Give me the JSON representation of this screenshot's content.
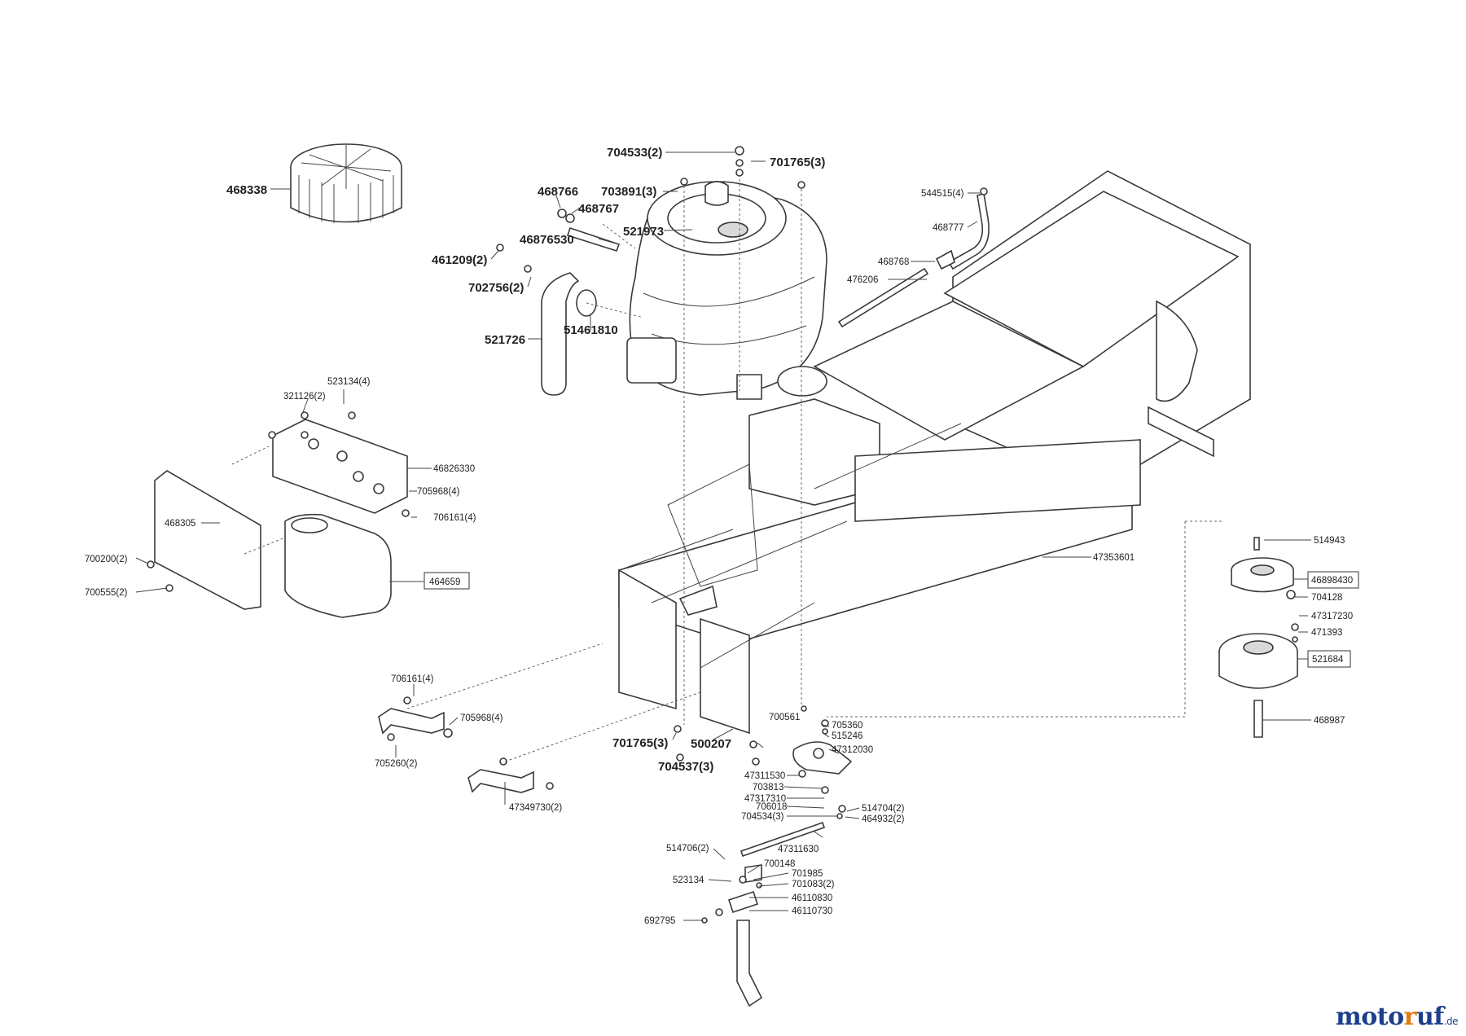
{
  "brand": {
    "part1": "moto",
    "part2": "r",
    "part3": "uf",
    "suffix": ".de"
  },
  "labels": {
    "l468338": "468338",
    "l704533_2": "704533(2)",
    "l701765_3_top": "701765(3)",
    "l703891_3": "703891(3)",
    "l468766": "468766",
    "l468767": "468767",
    "l521973": "521973",
    "l46876530": "46876530",
    "l461209_2": "461209(2)",
    "l702756_2": "702756(2)",
    "l51461810": "51461810",
    "l521726": "521726",
    "l544515_4": "544515(4)",
    "l468777": "468777",
    "l468768": "468768",
    "l476206": "476206",
    "l523134_4": "523134(4)",
    "l321126_2": "321126(2)",
    "l46826330": "46826330",
    "l705968_4_top": "705968(4)",
    "l706161_4_top": "706161(4)",
    "l468305": "468305",
    "l700200_2": "700200(2)",
    "l700555_2": "700555(2)",
    "l464659": "464659",
    "l47353601": "47353601",
    "l514943": "514943",
    "l46898430": "46898430",
    "l704128": "704128",
    "l47317230": "47317230",
    "l471393": "471393",
    "l521684": "521684",
    "l468987": "468987",
    "l706161_4_bot": "706161(4)",
    "l705968_4_bot": "705968(4)",
    "l705260_2": "705260(2)",
    "l47349730_2": "47349730(2)",
    "l701765_3_bot": "701765(3)",
    "l500207": "500207",
    "l704537_3": "704537(3)",
    "l700561": "700561",
    "l705360": "705360",
    "l515246": "515246",
    "l47312030": "47312030",
    "l47311530": "47311530",
    "l703813": "703813",
    "l47317310": "47317310",
    "l706018": "706018",
    "l704534_3": "704534(3)",
    "l514704_2": "514704(2)",
    "l464932_2": "464932(2)",
    "l47311630": "47311630",
    "l514706_2": "514706(2)",
    "l700148": "700148",
    "l523134": "523134",
    "l701985": "701985",
    "l701083_2": "701083(2)",
    "l46110830": "46110830",
    "l46110730": "46110730",
    "l692795": "692795"
  }
}
